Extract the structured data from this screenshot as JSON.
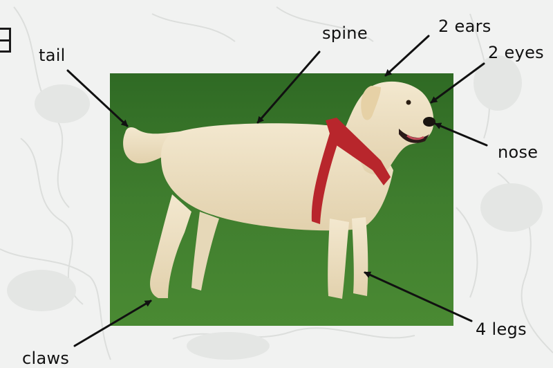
{
  "labels": {
    "tail": "tail",
    "spine": "spine",
    "ears": "2 ears",
    "eyes": "2 eyes",
    "nose": "nose",
    "legs": "4 legs",
    "claws": "claws"
  },
  "colors": {
    "grass": "#3d7a2c",
    "dog_fur": "#efe3c8",
    "harness": "#b8262c",
    "arrow": "#111111",
    "background": "#f1f2f1"
  }
}
